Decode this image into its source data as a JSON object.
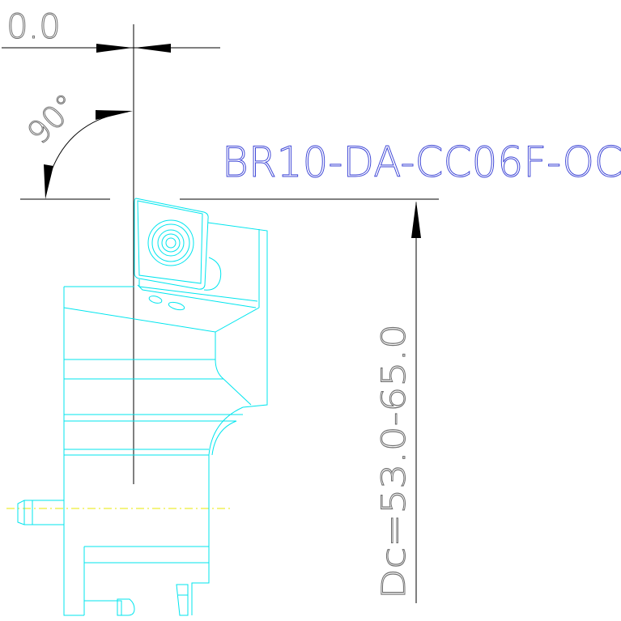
{
  "drawing": {
    "top_dimension": "0.0",
    "angle_dimension": "90°",
    "part_number": "BR10-DA-CC06F-OC",
    "diameter_range": "Dc=53.0-65.0"
  },
  "colors": {
    "dimension": "#000000",
    "tool_outline": "#00e5ee",
    "part_label": "#3d45d6",
    "dimension_text": "#707070",
    "centerline": "#e8e800"
  }
}
